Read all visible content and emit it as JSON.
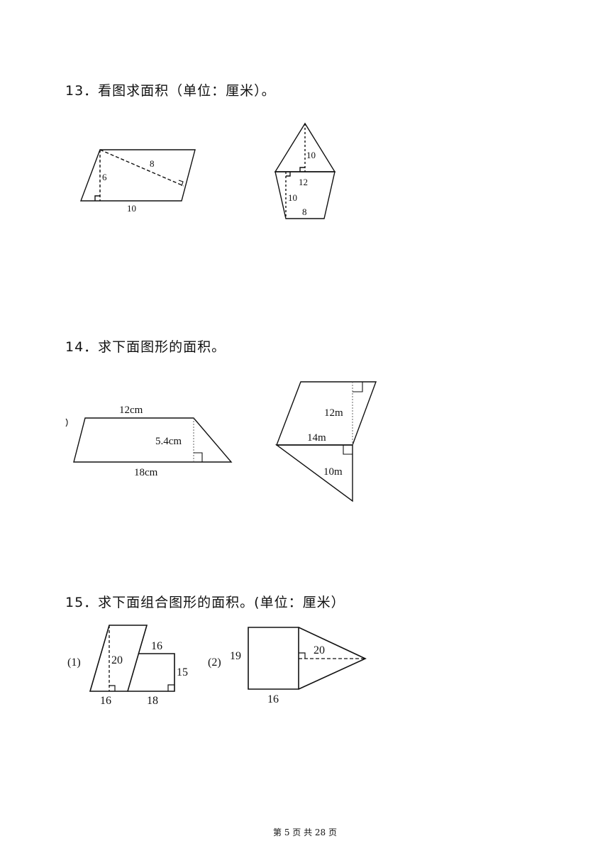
{
  "questions": [
    {
      "title": "13．看图求面积（单位：厘米）。",
      "figures": {
        "parallelogram": {
          "height": "6",
          "diagonal_height": "8",
          "base": "10"
        },
        "kite_shape": {
          "triangle_height": "10",
          "shared_base": "12",
          "trapezoid_height": "10",
          "bottom_base": "8"
        }
      }
    },
    {
      "title": "14．求下面图形的面积。",
      "figures": {
        "trapezoid": {
          "top": "12cm",
          "height": "5.4cm",
          "bottom": "18cm"
        },
        "composite": {
          "height": "12m",
          "base": "14m",
          "triangle_height": "10m"
        }
      }
    },
    {
      "title": "15．求下面组合图形的面积。(单位：厘米）",
      "figures": {
        "figure1": {
          "marker": "(1)",
          "parallelogram_height": "20",
          "parallelogram_base": "16",
          "rect_width": "16",
          "rect_height": "15",
          "rect_base": "18"
        },
        "figure2": {
          "marker": "(2)",
          "square_side": "19",
          "triangle_height": "20",
          "bottom": "16"
        }
      }
    }
  ],
  "footer": "第 5 页 共 28 页"
}
